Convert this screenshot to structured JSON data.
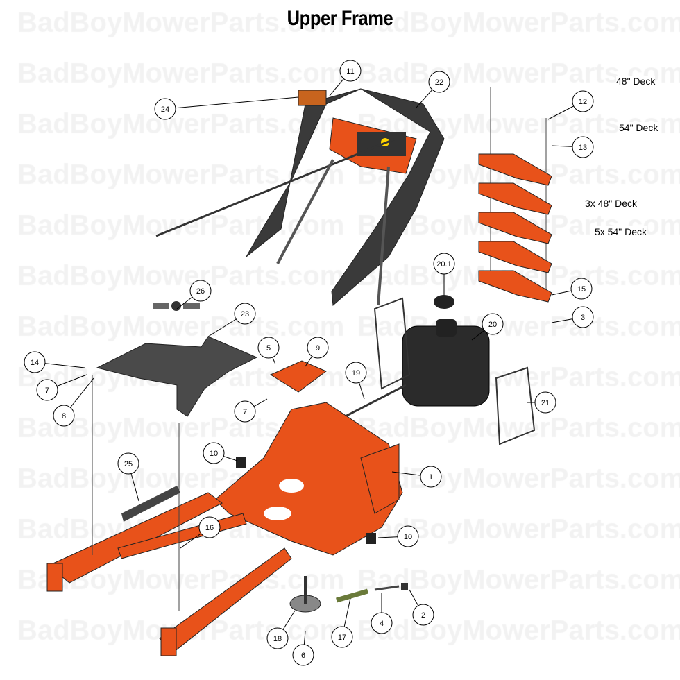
{
  "title": "Upper Frame",
  "watermark": "BadBoyMowerParts.com",
  "colors": {
    "frame": "#e8521a",
    "panel": "#3a3a3a",
    "callout_stroke": "#000"
  },
  "callouts": [
    "11",
    "24",
    "22",
    "12",
    "13",
    "26",
    "23",
    "20.1",
    "20",
    "15",
    "3",
    "14",
    "7",
    "8",
    "5",
    "9",
    "19",
    "7",
    "21",
    "10",
    "25",
    "1",
    "16",
    "10",
    "2",
    "4",
    "17",
    "18",
    "6"
  ],
  "notes": {
    "deck48": "48\" Deck",
    "deck54": "54\" Deck",
    "spacer48": "3x 48\" Deck",
    "spacer54": "5x 54\" Deck"
  }
}
